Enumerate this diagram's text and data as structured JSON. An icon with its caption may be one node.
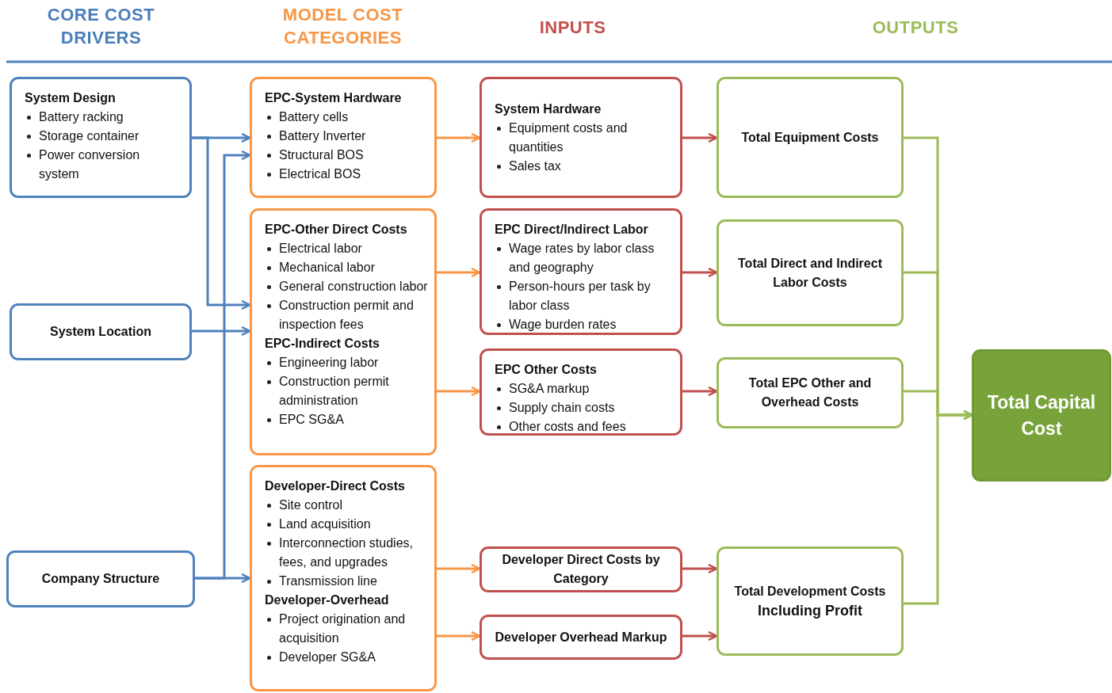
{
  "diagram": {
    "nodes": [
      {
        "text": [
          "System Design",
          "Battery racking",
          "Storage container",
          "Power conversion system"
        ]
      },
      {
        "text": [
          "System Location"
        ]
      },
      {
        "text": [
          "Company Structure"
        ]
      },
      {
        "text": [
          "EPC-System Hardware",
          "Battery cells",
          "Battery Inverter",
          "Structural BOS",
          "Electrical BOS"
        ]
      },
      {
        "text": [
          "EPC-Other Direct Costs",
          "Electrical labor",
          "Mechanical labor",
          "General construction labor",
          "Construction permit and inspection fees",
          "EPC-Indirect Costs",
          "Engineering labor",
          "Construction permit administration",
          "EPC SG&A"
        ]
      },
      {
        "text": [
          "Developer-Direct Costs",
          "Site control",
          "Land acquisition",
          "Interconnection studies, fees, and upgrades",
          "Transmission line",
          "Developer-Overhead",
          "Project origination and acquisition",
          "Developer SG&A"
        ]
      },
      {
        "text": [
          "System Hardware",
          "Equipment costs and quantities",
          "Sales tax"
        ]
      },
      {
        "text": [
          "EPC Direct/Indirect Labor",
          "Wage rates by labor class and geography",
          "Person-hours per task by labor class",
          "Wage burden rates"
        ]
      },
      {
        "text": [
          "EPC Other Costs",
          "SG&A markup",
          "Supply chain costs",
          "Other costs and fees"
        ]
      },
      {
        "text": [
          "Developer Direct Costs by Category"
        ]
      },
      {
        "text": [
          "Developer Overhead Markup"
        ]
      },
      {
        "text": [
          "Total Equipment Costs"
        ]
      },
      {
        "text": [
          "Total Direct and Indirect Labor Costs"
        ]
      },
      {
        "text": [
          "Total EPC Other and Overhead Costs"
        ]
      },
      {
        "text": [
          "Total Development Costs",
          "Including Profit"
        ]
      },
      {
        "text": [
          "Total Capital Cost"
        ]
      }
    ],
    "edges": [
      {
        "from": 0,
        "to": 3,
        "arrow": "to",
        "color": "#4f81bd"
      },
      {
        "from": 0,
        "to": 4,
        "arrow": "to",
        "color": "#4f81bd"
      },
      {
        "from": 1,
        "to": 4,
        "arrow": "to",
        "color": "#4f81bd"
      },
      {
        "from": 2,
        "to": 3,
        "arrow": "to",
        "color": "#4f81bd"
      },
      {
        "from": 2,
        "to": 5,
        "arrow": "to",
        "color": "#4f81bd"
      },
      {
        "from": 3,
        "to": 6,
        "arrow": "to",
        "color": "#f79646"
      },
      {
        "from": 4,
        "to": 7,
        "arrow": "to",
        "color": "#f79646"
      },
      {
        "from": 4,
        "to": 8,
        "arrow": "to",
        "color": "#f79646"
      },
      {
        "from": 5,
        "to": 9,
        "arrow": "to",
        "color": "#f79646"
      },
      {
        "from": 5,
        "to": 10,
        "arrow": "to",
        "color": "#f79646"
      },
      {
        "from": 6,
        "to": 11,
        "arrow": "to",
        "color": "#c0504d"
      },
      {
        "from": 7,
        "to": 12,
        "arrow": "to",
        "color": "#c0504d"
      },
      {
        "from": 8,
        "to": 13,
        "arrow": "to",
        "color": "#c0504d"
      },
      {
        "from": 9,
        "to": 14,
        "arrow": "to",
        "color": "#c0504d"
      },
      {
        "from": 10,
        "to": 14,
        "arrow": "to",
        "color": "#c0504d"
      },
      {
        "from": 11,
        "to": 15,
        "arrow": "to",
        "color": "#9bbb59"
      },
      {
        "from": 12,
        "to": 15,
        "arrow": "to",
        "color": "#9bbb59"
      },
      {
        "from": 13,
        "to": 15,
        "arrow": "to",
        "color": "#9bbb59"
      },
      {
        "from": 14,
        "to": 15,
        "arrow": "to",
        "color": "#9bbb59"
      }
    ],
    "labels": [
      "CORE COST DRIVERS",
      "MODEL COST CATEGORIES",
      "INPUTS",
      "OUTPUTS"
    ]
  }
}
